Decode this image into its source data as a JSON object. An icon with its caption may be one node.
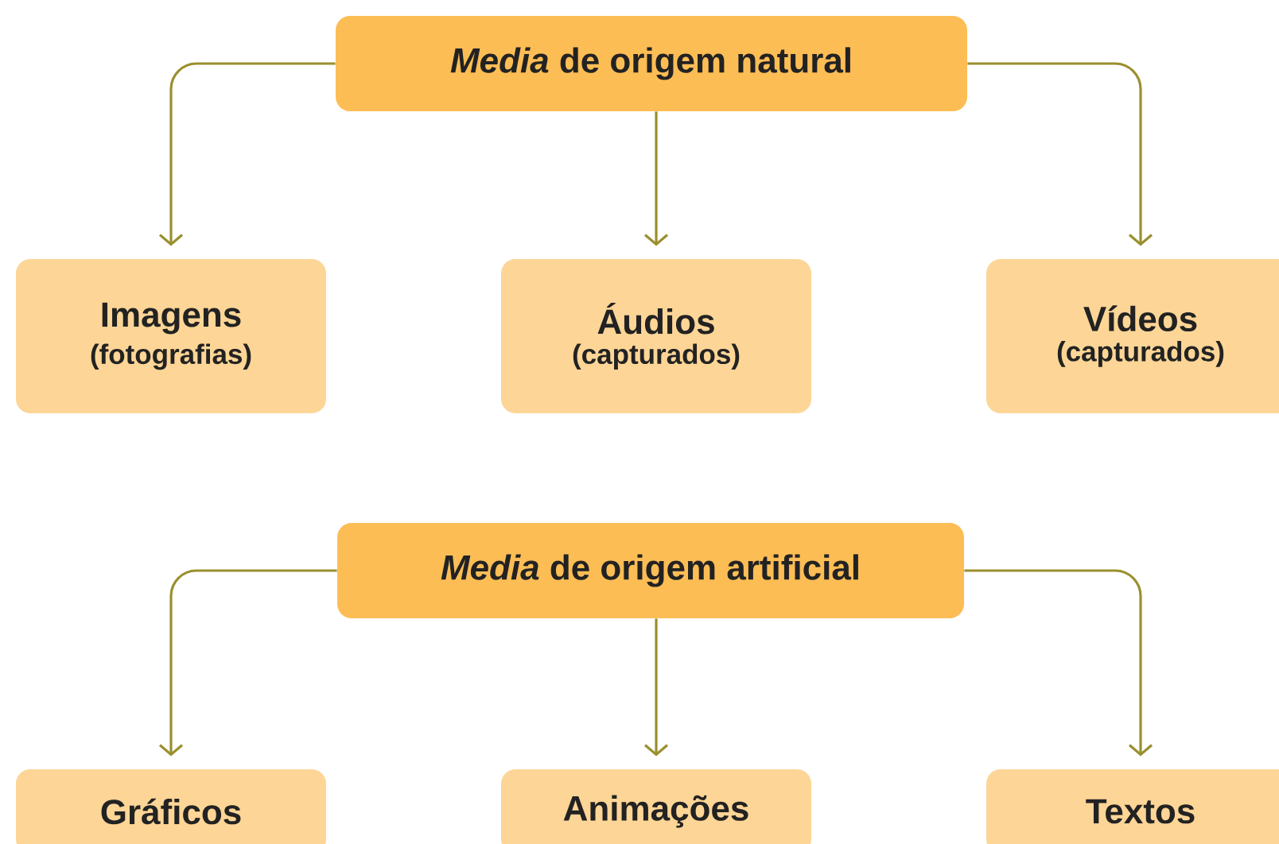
{
  "diagram": {
    "nodes": [
      {
        "text": [
          "*Media* de origem natural"
        ]
      },
      {
        "text": [
          "Imagens",
          "(fotografias)"
        ]
      },
      {
        "text": [
          "Áudios",
          "(capturados)"
        ]
      },
      {
        "text": [
          "Vídeos",
          "(capturados)"
        ]
      },
      {
        "text": [
          "*Media* de origem artificial"
        ]
      },
      {
        "text": [
          "Gráficos"
        ]
      },
      {
        "text": [
          "Animações"
        ]
      },
      {
        "text": [
          "Textos"
        ]
      }
    ],
    "edges": [
      {
        "from": 0,
        "to": 1,
        "arrow": "to"
      },
      {
        "from": 0,
        "to": 2,
        "arrow": "to"
      },
      {
        "from": 0,
        "to": 3,
        "arrow": "to"
      },
      {
        "from": 4,
        "to": 5,
        "arrow": "to"
      },
      {
        "from": 4,
        "to": 6,
        "arrow": "to"
      },
      {
        "from": 4,
        "to": 7,
        "arrow": "to"
      }
    ]
  }
}
